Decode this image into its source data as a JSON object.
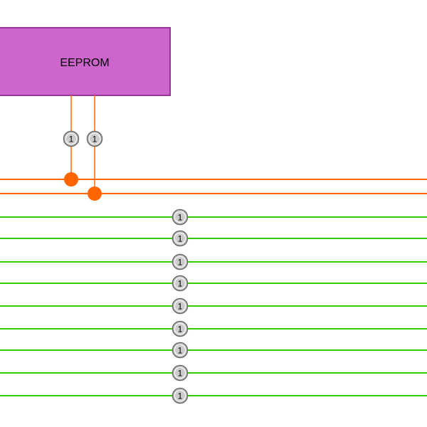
{
  "diagram": {
    "block": {
      "label": "EEPROM",
      "fill": "#cc66cc",
      "stroke": "#993399"
    },
    "colors": {
      "orange_wire": "#ff6600",
      "green_wire": "#33cc00",
      "badge_fill": "#cccccc",
      "badge_stroke": "#666666"
    },
    "orange_connections": [
      {
        "name": "eeprom-wire-1",
        "badge_label": "1"
      },
      {
        "name": "eeprom-wire-2",
        "badge_label": "1"
      }
    ],
    "green_buses": [
      {
        "badge_label": "1"
      },
      {
        "badge_label": "1"
      },
      {
        "badge_label": "1"
      },
      {
        "badge_label": "1"
      },
      {
        "badge_label": "1"
      },
      {
        "badge_label": "1"
      },
      {
        "badge_label": "1"
      },
      {
        "badge_label": "1"
      },
      {
        "badge_label": "1"
      }
    ]
  }
}
